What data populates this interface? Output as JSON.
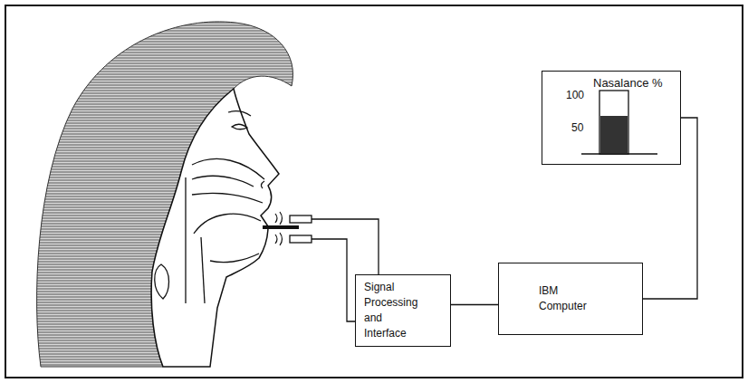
{
  "diagram": {
    "nodes": [
      {
        "text": [
          "Nasalance %",
          "100",
          "50"
        ]
      },
      {
        "text": [
          "Signal Processing and Interface"
        ]
      },
      {
        "text": [
          "IBM Computer"
        ]
      }
    ],
    "edges": [
      {
        "from": 1,
        "to": 2,
        "arrow": "none"
      },
      {
        "from": 2,
        "to": 0,
        "arrow": "none"
      }
    ]
  }
}
